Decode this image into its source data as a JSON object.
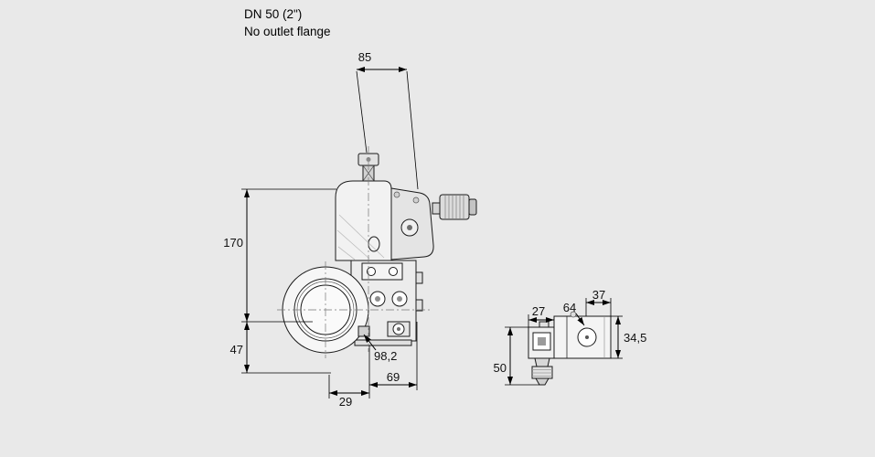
{
  "title": {
    "line1": "DN 50 (2\")",
    "line2": "No outlet flange"
  },
  "main_view": {
    "dims": {
      "width_85": "85",
      "height_170": "170",
      "height_47": "47",
      "offset_29": "29",
      "width_69": "69",
      "width_98_2": "98,2"
    }
  },
  "side_view": {
    "dims": {
      "width_27": "27",
      "offset_64": "64",
      "width_37": "37",
      "height_34_5": "34,5",
      "height_50": "50"
    }
  },
  "colors": {
    "background": "#e9e9e9",
    "line": "#000000",
    "fill_light": "#f2f2f2",
    "fill_mid": "#dcdcdc"
  }
}
